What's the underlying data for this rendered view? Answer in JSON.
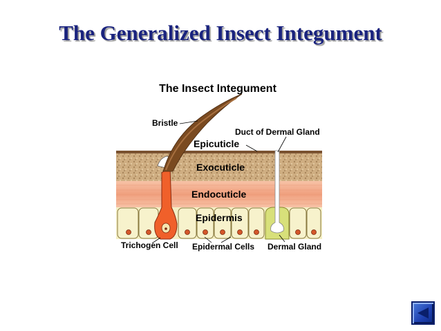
{
  "slide": {
    "title": "The Generalized Insect Integument"
  },
  "diagram": {
    "heading": "The Insect Integument",
    "labels": {
      "bristle": "Bristle",
      "duct": "Duct of Dermal Gland",
      "epicuticle": "Epicuticle",
      "exocuticle": "Exocuticle",
      "endocuticle": "Endocuticle",
      "epidermis": "Epidermis",
      "trichogen": "Trichogen Cell",
      "epidermal_cells": "Epidermal Cells",
      "dermal_gland": "Dermal Gland"
    },
    "colors": {
      "epicuticle": "#7a5230",
      "exocuticle": "#c9a77a",
      "endocuticle": "#f0a88a",
      "epidermis": "#f4efc4",
      "bristle": "#8b5a2b",
      "trichogen": "#f0602a",
      "gland": "#d8e07a",
      "nucleus": "#d4572a"
    }
  },
  "nav": {
    "icon": "left-arrow-icon"
  }
}
